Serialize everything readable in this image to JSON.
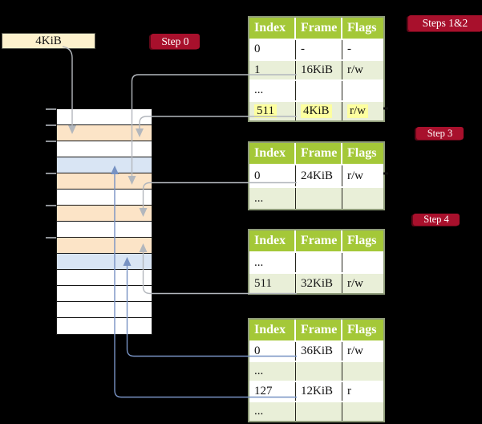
{
  "labels": {
    "page_size_box": "4KiB"
  },
  "badges": {
    "step0": "Step 0",
    "steps12": "Steps 1&2",
    "step3": "Step 3",
    "step4": "Step 4"
  },
  "memory": {
    "row_pattern": [
      "white",
      "orange",
      "white",
      "blue",
      "orange",
      "white",
      "orange",
      "white",
      "orange",
      "blue",
      "white",
      "white",
      "white",
      "white"
    ]
  },
  "tables": {
    "t1": {
      "headers": [
        "Index",
        "Frame",
        "Flags"
      ],
      "rows": [
        {
          "index": "0",
          "frame": "-",
          "flags": "-"
        },
        {
          "index": "1",
          "frame": "16KiB",
          "flags": "r/w"
        },
        {
          "index": "...",
          "frame": "",
          "flags": ""
        },
        {
          "index": "511",
          "frame": "4KiB",
          "flags": "r/w"
        }
      ]
    },
    "t2": {
      "headers": [
        "Index",
        "Frame",
        "Flags"
      ],
      "rows": [
        {
          "index": "0",
          "frame": "24KiB",
          "flags": "r/w"
        },
        {
          "index": "...",
          "frame": "",
          "flags": ""
        }
      ]
    },
    "t3": {
      "headers": [
        "Index",
        "Frame",
        "Flags"
      ],
      "rows": [
        {
          "index": "...",
          "frame": "",
          "flags": ""
        },
        {
          "index": "511",
          "frame": "32KiB",
          "flags": "r/w"
        }
      ]
    },
    "t4": {
      "headers": [
        "Index",
        "Frame",
        "Flags"
      ],
      "rows": [
        {
          "index": "0",
          "frame": "36KiB",
          "flags": "r/w"
        },
        {
          "index": "...",
          "frame": "",
          "flags": ""
        },
        {
          "index": "127",
          "frame": "12KiB",
          "flags": "r"
        },
        {
          "index": "...",
          "frame": "",
          "flags": ""
        }
      ]
    }
  },
  "colors": {
    "header_green": "#a4c838",
    "row_green": "#e9efd8",
    "highlight_yellow": "#fdff9f",
    "badge_red": "#a8102c",
    "memory_orange": "#fce4c7",
    "memory_blue": "#d9e5f4",
    "box_cream": "#fdf1cd",
    "arrow_gray": "#b3b7bd",
    "arrow_blue": "#7792c3"
  }
}
